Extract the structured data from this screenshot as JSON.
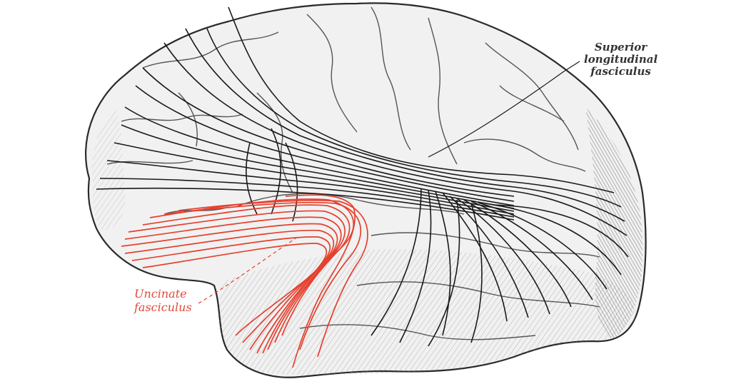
{
  "figure": {
    "subject": "Lateral view of the human brain (left hemisphere, engraving style) showing association fibre tracts",
    "background": "#ffffff",
    "colors": {
      "brain_fill": "#efefef",
      "brain_outline": "#2a2a2a",
      "gyri_lines": "#5a5a5a",
      "slf_fibers": "#1a1a1a",
      "uncinate_fibers": "#e5402e",
      "uncinate_label": "#e04a3c",
      "slf_label": "#333333"
    }
  },
  "labels": {
    "superior_longitudinal": {
      "lines": [
        "Superior",
        "longitudinal",
        "fasciculus"
      ],
      "leader_line": "solid"
    },
    "uncinate": {
      "lines": [
        "Uncinate",
        "fasciculus"
      ],
      "leader_line": "dashed"
    }
  },
  "icons": {
    "brain": "brain-illustration"
  }
}
